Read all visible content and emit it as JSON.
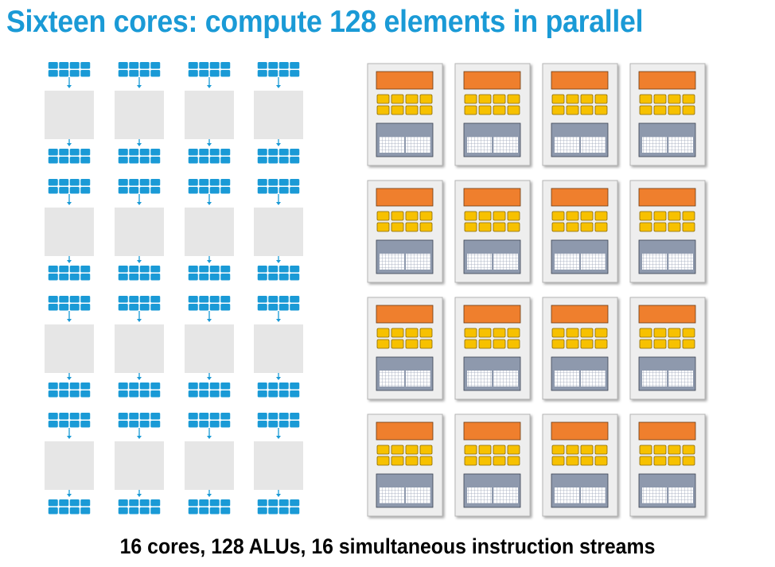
{
  "title": "Sixteen cores: compute 128 elements in parallel",
  "caption": "16 cores, 128 ALUs, 16 simultaneous instruction streams",
  "colors": {
    "title": "#1a9ad6",
    "data_block": "#1a9ad6",
    "arrow": "#1a9ad6",
    "shader_box": "#e6e6e6",
    "core_bg": "#eeeeee",
    "fetch_decode": "#ef7f2d",
    "alu": "#f7c100",
    "context": "#8e99ad"
  },
  "workloads": {
    "rows": 4,
    "columns": 4,
    "alus_per_element_group": 8
  },
  "cores": {
    "rows": 4,
    "columns": 4,
    "alus_per_core": 8
  }
}
